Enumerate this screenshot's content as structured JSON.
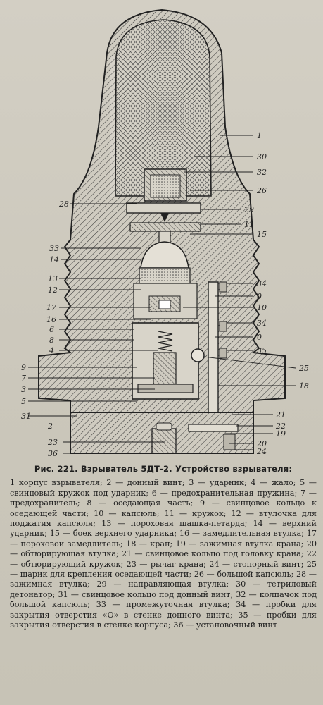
{
  "figure": {
    "labels": {
      "l1": "1",
      "l30": "30",
      "l32": "32",
      "l26": "26",
      "l28": "28",
      "l29": "29",
      "l11": "11",
      "l15": "15",
      "l33": "33",
      "l14": "14",
      "l13": "13",
      "l12": "12",
      "l34a": "34",
      "l0a": "0",
      "l17": "17",
      "l10": "10",
      "l16": "16",
      "l6": "6",
      "l34b": "34",
      "l8": "8",
      "l0b": "0",
      "l4": "4",
      "l35": "35",
      "l9": "9",
      "l25": "25",
      "l7": "7",
      "l3": "3",
      "l18": "18",
      "l5": "5",
      "l31": "31",
      "l21": "21",
      "l2": "2",
      "l22": "22",
      "l19": "19",
      "l23": "23",
      "l20": "20",
      "l36": "36",
      "l24": "24"
    }
  },
  "caption": {
    "title": "Рис. 221. Взрыватель 5ДТ-2. Устройство взрывателя:",
    "legend": "1 корпус взрывателя; 2 — донный винт; 3 — ударник; 4 — жало; 5 — свинцовый кружок под ударник; 6 — предохранительная пружина; 7 — предохранитель; 8 — оседающая часть; 9 — свинцовое кольцо к оседающей части; 10 — капсюль; 11 — кружок; 12 — втулочка для поджатия капсюля; 13 — пороховая шашка-петарда; 14 — верхний ударник; 15 — боек верхнего ударника; 16 — замедлительная втулка; 17 — пороховой замедлитель; 18 — кран; 19 — зажимная втулка крана; 20 — обтюрирующая втулка; 21 — свинцовое кольцо под головку крана; 22 — обтюрирующий кружок; 23 — рычаг крана; 24 — стопорный винт; 25 — шарик для крепления оседающей части; 26 — большой капсюль; 28 — зажимная втулка; 29 — направляющая втулка; 30 — тетриловый детонатор; 31 — свинцовое кольцо под донный винт; 32 — колпачок под большой капсюль; 33 — промежуточная втулка; 34 — пробки для закрытия отверстия «О» в стенке донного винта; 35 — пробки для закрытия отверстия в стенке корпуса; 36 — установочный винт"
  }
}
